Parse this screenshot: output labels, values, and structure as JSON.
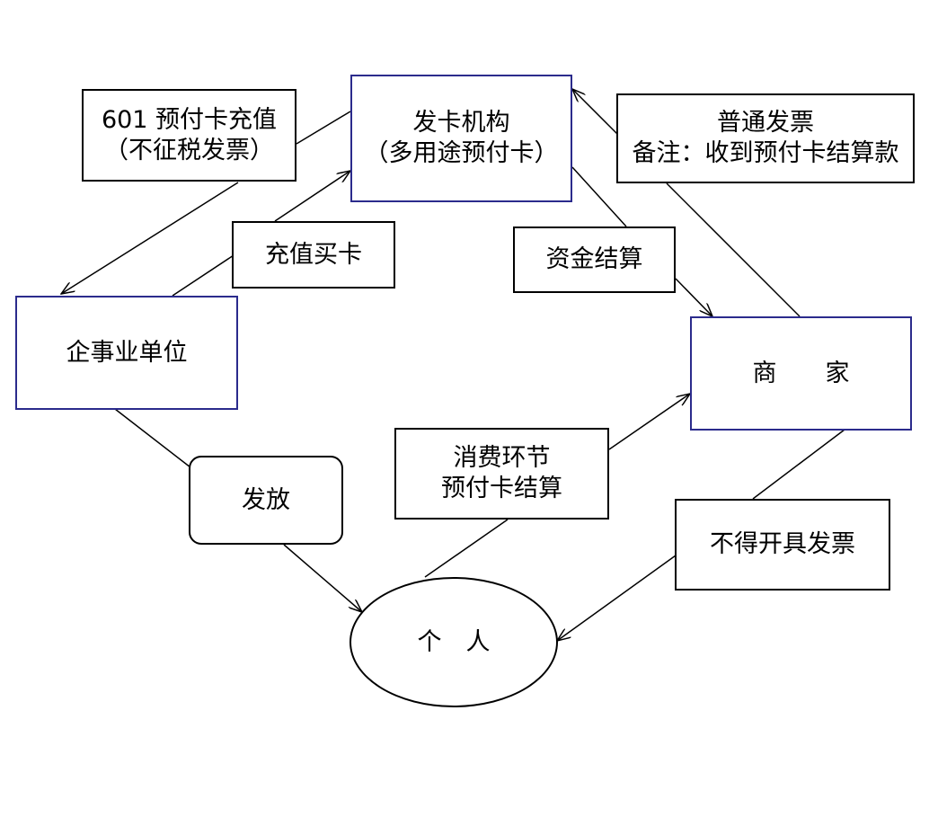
{
  "nodes": {
    "issuer": {
      "line1": "发卡机构",
      "line2": "（多用途预付卡）"
    },
    "enterprise": {
      "label": "企事业单位"
    },
    "merchant": {
      "label": "商　　家"
    },
    "person": {
      "label": "个　人"
    }
  },
  "labels": {
    "recharge_invoice": {
      "line1": "601 预付卡充值",
      "line2": "（不征税发票）"
    },
    "recharge_buy": "充值买卡",
    "fund_settlement": "资金结算",
    "normal_invoice": {
      "line1": "普通发票",
      "line2": "备注：收到预付卡结算款"
    },
    "distribute": "发放",
    "consumption": {
      "line1": "消费环节",
      "line2": "预付卡结算"
    },
    "no_invoice": "不得开具发票"
  },
  "colors": {
    "line": "#000000",
    "blue_border": "#2b2b8c"
  }
}
